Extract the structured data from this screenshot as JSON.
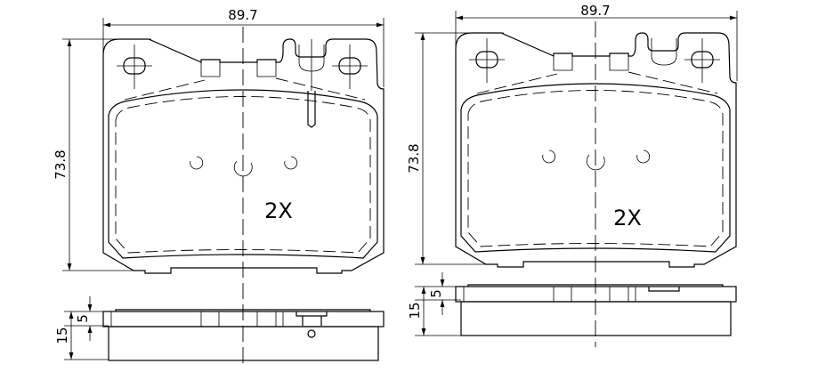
{
  "left_view": {
    "width_dim": "89.7",
    "height_dim": "73.8",
    "quantity": "2X",
    "thickness_total": "15",
    "thickness_plate": "5",
    "has_wear_sensor": true
  },
  "right_view": {
    "width_dim": "89.7",
    "height_dim": "73.8",
    "quantity": "2X",
    "thickness_total": "15",
    "thickness_plate": "5",
    "has_wear_sensor": false
  }
}
